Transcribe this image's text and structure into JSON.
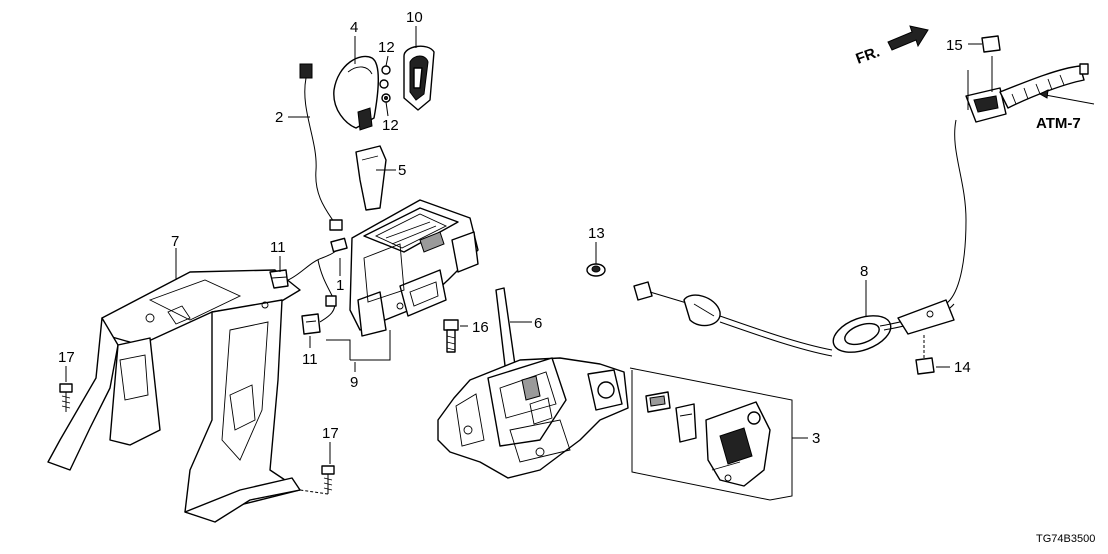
{
  "callouts": [
    {
      "id": "1",
      "label": "1",
      "name": "wire-harness-connector"
    },
    {
      "id": "2",
      "label": "2",
      "name": "shift-knob-wire"
    },
    {
      "id": "3",
      "label": "3",
      "name": "shift-lock-solenoid-set"
    },
    {
      "id": "4",
      "label": "4",
      "name": "shift-knob"
    },
    {
      "id": "5",
      "label": "5",
      "name": "knob-boot"
    },
    {
      "id": "6",
      "label": "6",
      "name": "shift-lever-assembly"
    },
    {
      "id": "7",
      "label": "7",
      "name": "console-bracket"
    },
    {
      "id": "8",
      "label": "8",
      "name": "select-cable"
    },
    {
      "id": "9",
      "label": "9",
      "name": "indicator-panel-assembly"
    },
    {
      "id": "10",
      "label": "10",
      "name": "knob-cover"
    },
    {
      "id": "11a",
      "label": "11",
      "name": "harness-clip-upper"
    },
    {
      "id": "11b",
      "label": "11",
      "name": "harness-clip-lower"
    },
    {
      "id": "12a",
      "label": "12",
      "name": "screw-upper"
    },
    {
      "id": "12b",
      "label": "12",
      "name": "screw-lower"
    },
    {
      "id": "13",
      "label": "13",
      "name": "grommet-nut"
    },
    {
      "id": "14",
      "label": "14",
      "name": "flange-nut-cable"
    },
    {
      "id": "15",
      "label": "15",
      "name": "flange-nut-bracket"
    },
    {
      "id": "16",
      "label": "16",
      "name": "flange-bolt"
    },
    {
      "id": "17a",
      "label": "17",
      "name": "bolt-left"
    },
    {
      "id": "17b",
      "label": "17",
      "name": "bolt-right"
    }
  ],
  "references": {
    "front_arrow": "FR.",
    "section_ref": "ATM-7"
  },
  "diagram_code": "TG74B3500",
  "colors": {
    "ink": "#000000",
    "background": "#ffffff",
    "shade": "#9a9a9a"
  }
}
